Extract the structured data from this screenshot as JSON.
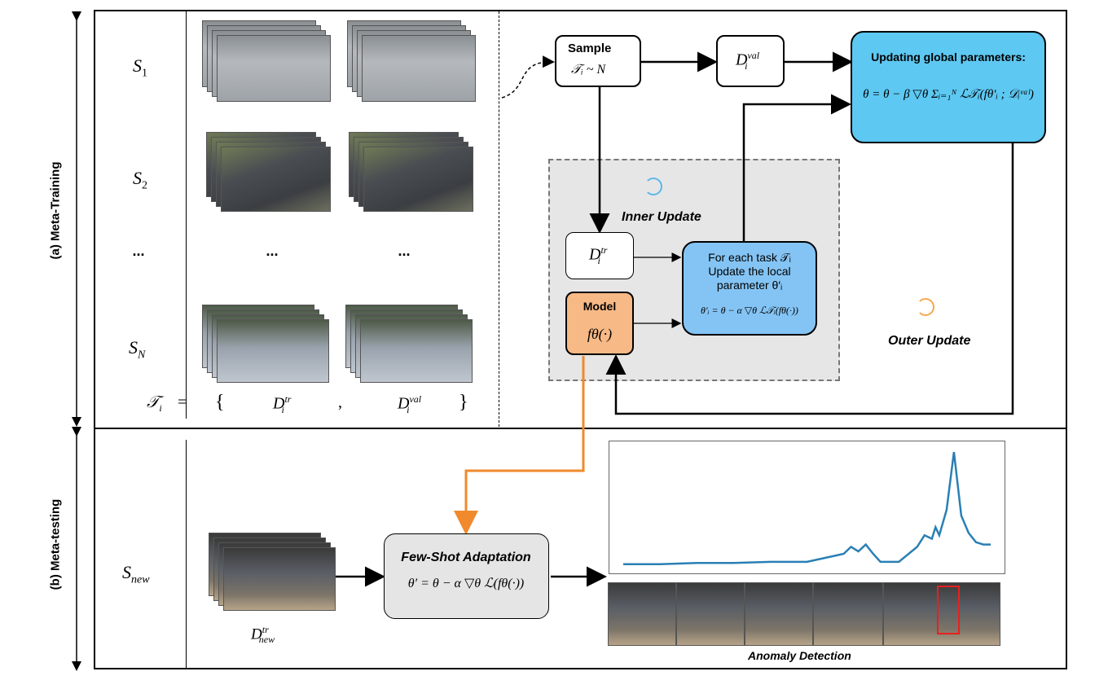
{
  "left_labels": {
    "meta_training": "(a) Meta-Training",
    "meta_testing": "(b) Meta-testing"
  },
  "sets": {
    "s1": "S",
    "s1_sub": "1",
    "s2": "S",
    "s2_sub": "2",
    "dots": "...",
    "sn": "S",
    "sn_sub": "N",
    "snew": "S",
    "snew_sub": "new"
  },
  "task_def": {
    "lhs": "𝒯",
    "lhs_sub": "i",
    "eq": "=",
    "open": "{",
    "dtr": "D",
    "dtr_sub": "i",
    "dtr_sup": "tr",
    "comma": ",",
    "dval": "D",
    "dval_sub": "i",
    "dval_sup": "val",
    "close": "}"
  },
  "sample_box": {
    "title": "Sample",
    "formula": "𝒯ᵢ ~ N"
  },
  "dval_box": {
    "label": "D",
    "sup": "val",
    "sub": "i"
  },
  "global_box": {
    "title": "Updating global parameters:",
    "formula": "θ = θ − β ▽θ Σᵢ₌₁ᴺ ℒ𝒯ᵢ(fθ′ᵢ ; 𝒟ᵢᵛᵃˡ)"
  },
  "inner": {
    "title": "Inner Update"
  },
  "dtr_box": {
    "label": "D",
    "sup": "tr",
    "sub": "i"
  },
  "model_box": {
    "title": "Model",
    "formula": "fθ(·)"
  },
  "task_box": {
    "line1": "For each task 𝒯ᵢ",
    "line2": "Update the local",
    "line3": "parameter θ′ᵢ",
    "formula": "θ′ᵢ = θ − α ▽θ ℒ𝒯ᵢ(fθ(·))"
  },
  "outer": {
    "title": "Outer Update"
  },
  "fewshot": {
    "title": "Few-Shot Adaptation",
    "formula": "θ′ = θ − α ▽θ ℒ(fθ(·))"
  },
  "dnew": {
    "label": "D",
    "sup": "tr",
    "sub": "new"
  },
  "anomaly": {
    "caption": "Anomaly Detection"
  },
  "colors": {
    "global": "#5dc8f2",
    "task": "#84c4f4",
    "model": "#f7b985",
    "orange_arrow": "#f08a2c",
    "curve": "#2a7fb5",
    "inner_bg": "#e6e6e6",
    "fewshot_bg": "#e5e5e5"
  },
  "chart_data": {
    "type": "line",
    "title": "",
    "xlabel": "",
    "ylabel": "",
    "x": [
      0,
      10,
      20,
      30,
      40,
      50,
      60,
      62,
      64,
      66,
      68,
      70,
      75,
      80,
      82,
      84,
      85,
      86,
      88,
      90,
      92,
      94,
      96,
      98,
      100
    ],
    "series": [
      {
        "name": "",
        "values": [
          0.03,
          0.03,
          0.04,
          0.04,
          0.05,
          0.05,
          0.12,
          0.18,
          0.14,
          0.2,
          0.12,
          0.05,
          0.05,
          0.18,
          0.28,
          0.25,
          0.35,
          0.28,
          0.5,
          1.0,
          0.45,
          0.3,
          0.22,
          0.2,
          0.2
        ]
      }
    ]
  }
}
